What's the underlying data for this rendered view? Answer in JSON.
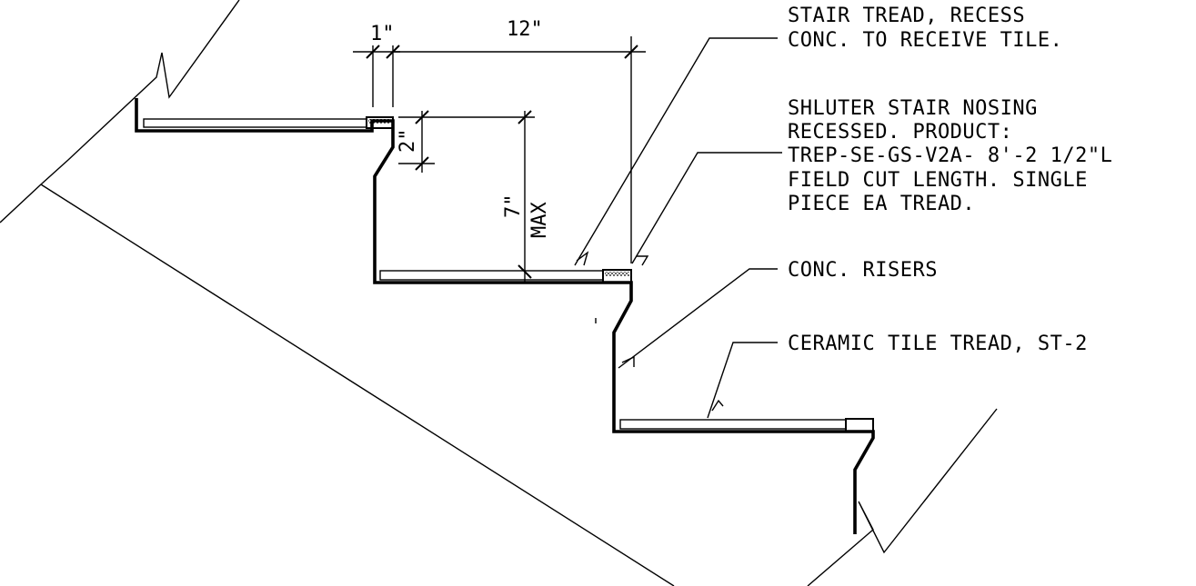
{
  "dimensions": {
    "nosing_width": "1\"",
    "tread_depth": "12\"",
    "nosing_height": "2\"",
    "riser_height": "7\"",
    "riser_height_qualifier": "MAX"
  },
  "notes": {
    "stair_tread": [
      "STAIR TREAD, RECESS",
      "CONC. TO RECEIVE TILE."
    ],
    "nosing": [
      "SHLUTER STAIR NOSING",
      "RECESSED. PRODUCT:",
      "TREP-SE-GS-V2A- 8'-2 1/2\"L",
      "FIELD CUT LENGTH. SINGLE",
      "PIECE EA TREAD."
    ],
    "risers": [
      "CONC. RISERS"
    ],
    "tile": [
      "CERAMIC TILE TREAD, ST-2"
    ]
  }
}
